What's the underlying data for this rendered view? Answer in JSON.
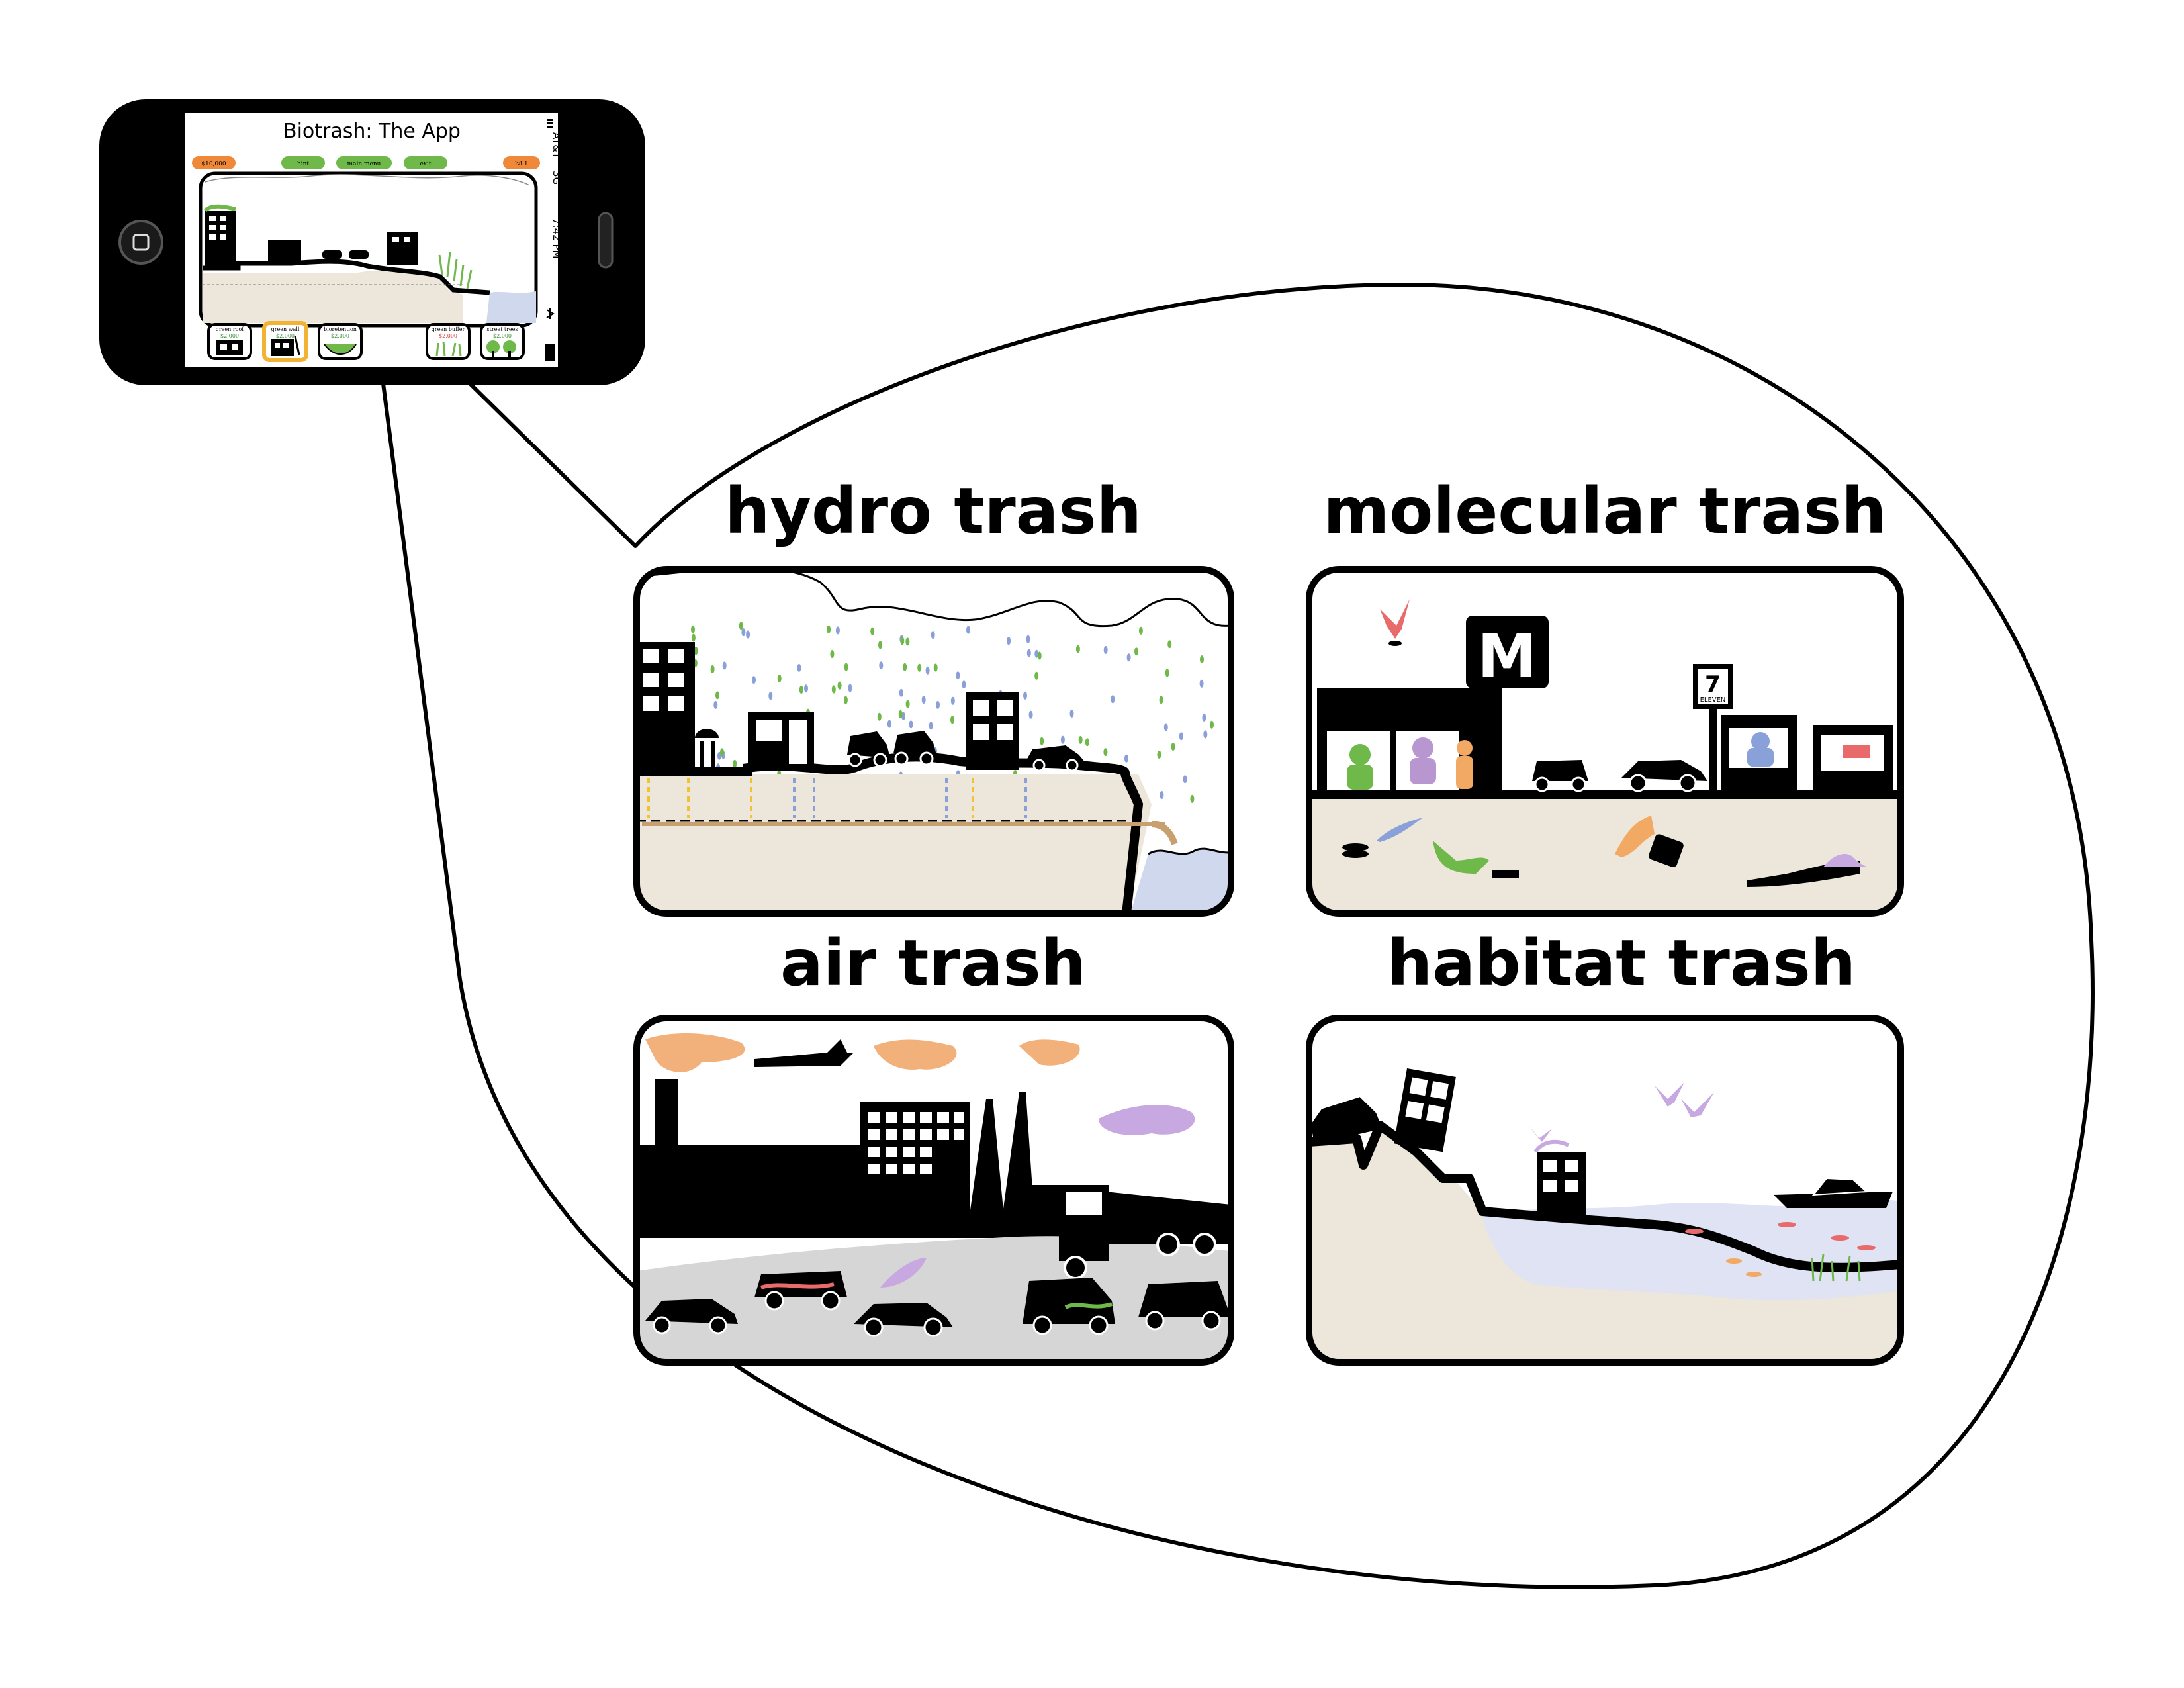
{
  "phone": {
    "app_title": "Biotrash: The App",
    "status_bar": {
      "carrier": "AT&T",
      "network": "3G",
      "time": "7:42 PM"
    },
    "top_bar": {
      "money": "$10,000",
      "hint_label": "hint",
      "main_menu_label": "main menu",
      "exit_label": "exit",
      "level": "lvl 1"
    },
    "tools": [
      {
        "label": "green roof",
        "cost": "$2,000"
      },
      {
        "label": "green wall",
        "cost": "$2,000"
      },
      {
        "label": "bioretention",
        "cost": "$2,000"
      },
      {
        "label": "green buffer",
        "cost": "$2,000"
      },
      {
        "label": "street trees",
        "cost": "$2,000"
      }
    ],
    "selected_tool": 1,
    "colors": {
      "money_button": "#f0883a",
      "menu_button": "#6fb84a",
      "selected_outline": "#f2b233"
    }
  },
  "panels": {
    "hydro": {
      "title": "hydro trash"
    },
    "molecular": {
      "title": "molecular trash"
    },
    "air": {
      "title": "air trash"
    },
    "habitat": {
      "title": "habitat trash"
    }
  },
  "scene_signs": {
    "fast_food_logo": "M",
    "store_number": "7",
    "store_word": "ELEVEN"
  }
}
